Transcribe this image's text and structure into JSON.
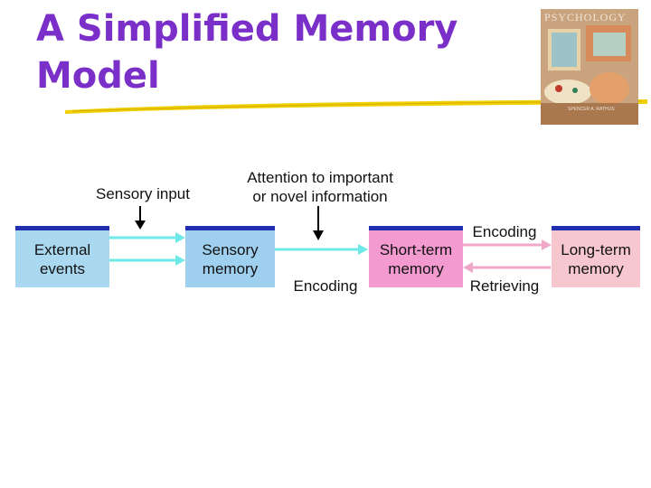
{
  "slide": {
    "title_line1": "A Simplified Memory",
    "title_line2": "Model",
    "book_cover": {
      "title": "PSYCHOLOGY",
      "author": "SPENCER A. RATHUS"
    }
  },
  "diagram": {
    "boxes": {
      "external": "External events",
      "sensory": "Sensory memory",
      "short_term": "Short-term memory",
      "long_term": "Long-term memory"
    },
    "labels": {
      "sensory_input": "Sensory input",
      "attention_line1": "Attention to important",
      "attention_line2": "or novel information",
      "encoding_1": "Encoding",
      "encoding_2": "Encoding",
      "retrieving": "Retrieving"
    },
    "colors": {
      "title": "#7a2fc8",
      "box_border": "#1f2fb0",
      "external_fill": "#a9d8f0",
      "sensory_fill": "#9fd0ef",
      "short_term_fill": "#f39ad0",
      "long_term_fill": "#f6c7cf",
      "arrow_cyan": "#6fe8e8",
      "arrow_pink": "#f0a8c8"
    }
  }
}
